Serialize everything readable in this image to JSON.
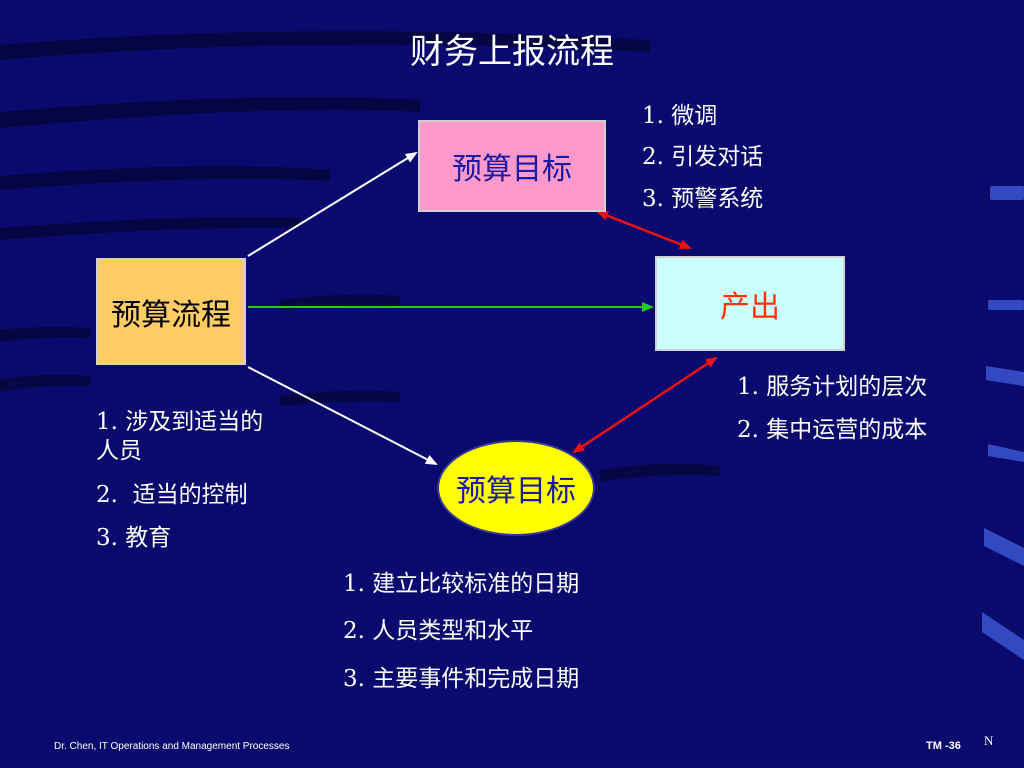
{
  "title": "财务上报流程",
  "nodes": {
    "process": "预算流程",
    "target_top": "预算目标",
    "target_bottom": "预算目标",
    "output": "产出"
  },
  "notes": {
    "target_top": [
      "1. 微调",
      "2. 引发对话",
      "3. 预警系统"
    ],
    "process": [
      "1. 涉及到适当的人员",
      "2.  适当的控制",
      "3. 教育"
    ],
    "target_bottom": [
      "1. 建立比较标准的日期",
      "2. 人员类型和水平",
      "3. 主要事件和完成日期"
    ],
    "output": [
      "1. 服务计划的层次",
      "2. 集中运营的成本"
    ]
  },
  "footer": {
    "left": "Dr. Chen, IT Operations and Management Processes",
    "right": "TM -36",
    "corner": "N"
  },
  "colors": {
    "background": "#0a0a6e",
    "process_box": "#ffcc66",
    "target_box": "#ff99cc",
    "output_box": "#ccffff",
    "oval": "#ffff00",
    "green_arrow": "#22cc22",
    "red_arrow": "#ee1111",
    "white_arrow": "#ffffff"
  }
}
